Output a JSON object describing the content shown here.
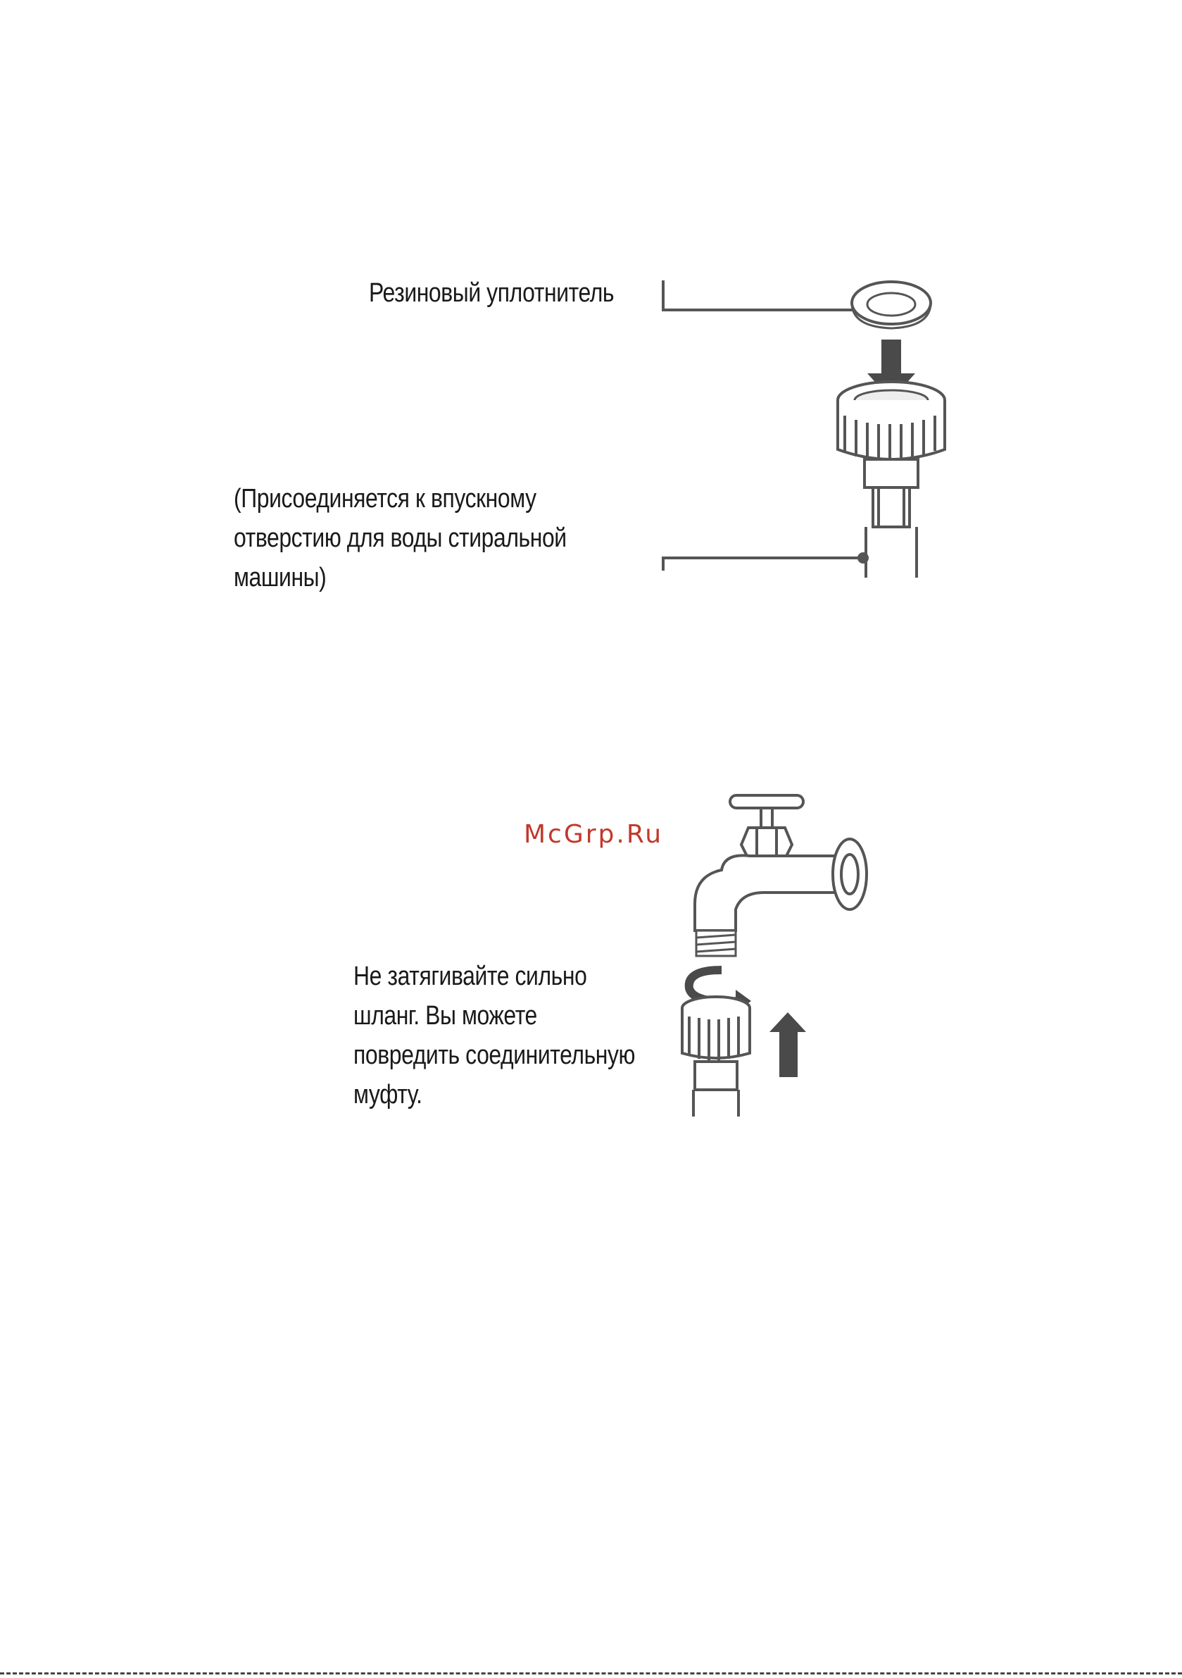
{
  "labels": {
    "rubber_seal": "Резиновый уплотнитель",
    "inlet_note": [
      "(Присоединяется к впускному",
      "отверстию для воды стиральной",
      "машины)"
    ],
    "tighten_note": [
      "Не затягивайте сильно",
      "шланг. Вы можете",
      "повредить соединительную",
      "муфту."
    ]
  },
  "watermark": "McGrp.Ru",
  "icons": {
    "hose_figure": "hose-connector-with-rubber-seal-illustration",
    "tap_figure": "water-tap-connection-illustration"
  },
  "colors": {
    "text": "#1a1a1a",
    "watermark": "#c0392b",
    "arrow": "#4a4a4a",
    "outline": "#555555"
  }
}
